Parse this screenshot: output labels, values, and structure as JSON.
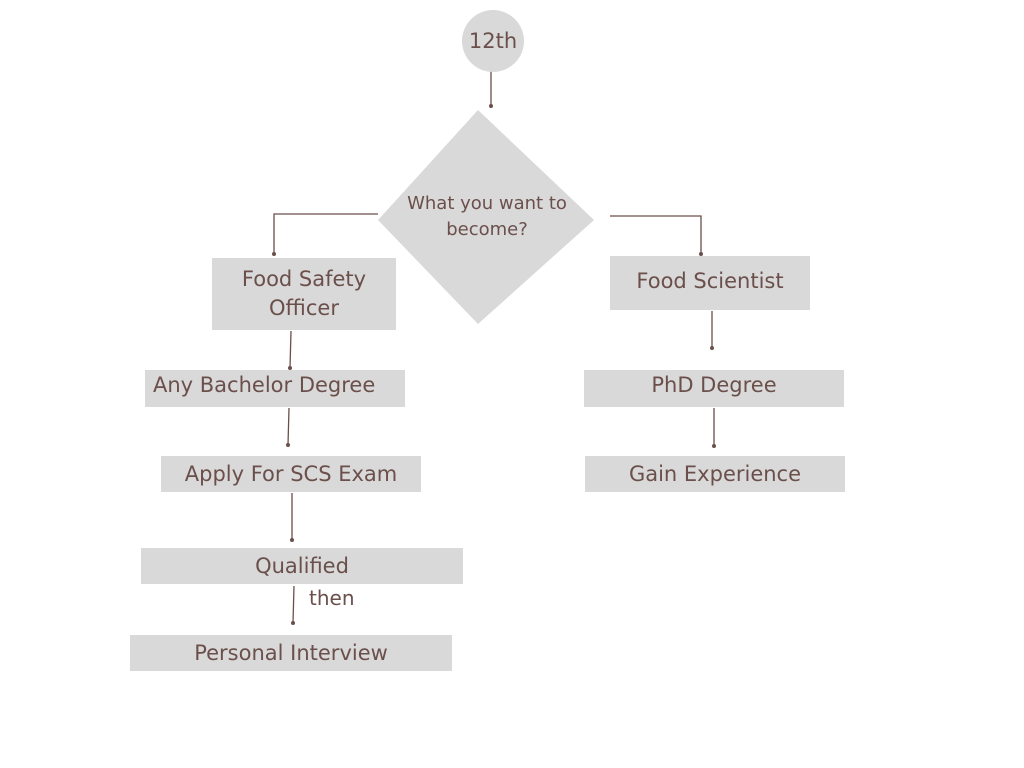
{
  "diagram": {
    "start": {
      "label": "12th"
    },
    "decision": {
      "label": "What you want to\nbecome?"
    },
    "left_branch": {
      "title": "Food Safety\nOfficer",
      "steps": [
        "Any Bachelor Degree",
        "Apply For SCS Exam",
        "Qualified",
        "Personal Interview"
      ],
      "edge_label": "then"
    },
    "right_branch": {
      "title": "Food Scientist",
      "steps": [
        "PhD Degree",
        "Gain Experience"
      ]
    }
  },
  "colors": {
    "node_fill": "#d9d9d9",
    "text": "#6b4f4b",
    "connector": "#6b4f4b",
    "background": "#ffffff"
  }
}
